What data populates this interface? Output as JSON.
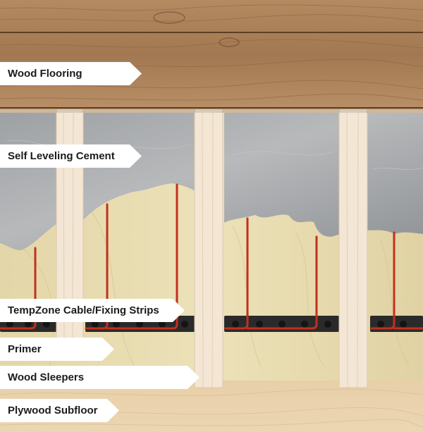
{
  "labels": [
    "Wood Flooring",
    "Self Leveling Cement",
    "TempZone Cable/Fixing Strips",
    "Primer",
    "Wood Sleepers",
    "Plywood Subfloor"
  ],
  "colors": {
    "wood_flooring": "#a97f57",
    "plank_edge": "#5e3f22",
    "cement": "#a2a4a6",
    "plywood": "#e6d9ad",
    "subfloor": "#e9d2ac",
    "sleeper": "#f3e6d5",
    "fixing_strip": "#2a2a2a",
    "heating_cable": "#c2301d",
    "label_bg": "#ffffff",
    "label_text": "#1b1b1b"
  }
}
